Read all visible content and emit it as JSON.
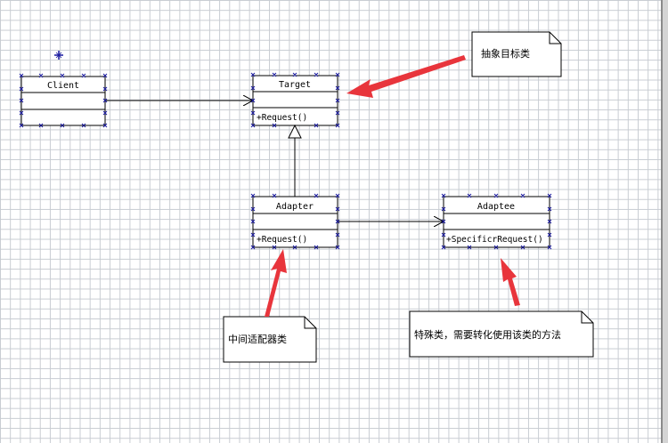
{
  "classes": {
    "client": {
      "name": "Client"
    },
    "target": {
      "name": "Target",
      "operation": "+Request()"
    },
    "adapter": {
      "name": "Adapter",
      "operation": "+Request()"
    },
    "adaptee": {
      "name": "Adaptee",
      "operation": "+SpecificrRequest()"
    }
  },
  "notes": {
    "target_note": "抽象目标类",
    "adapter_note": "中间适配器类",
    "adaptee_note": "特殊类，需要转化使用该类的方法"
  },
  "colors": {
    "arrow_red": "#e8353c",
    "handle_blue": "#1a1aa0",
    "grid": "#c8ccd2"
  }
}
